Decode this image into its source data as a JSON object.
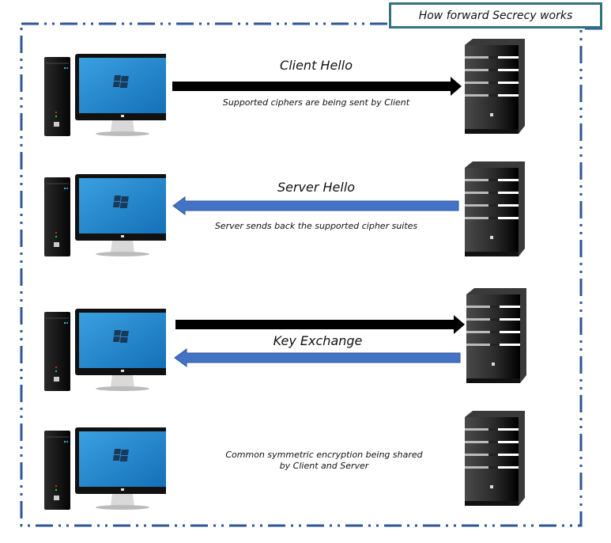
{
  "title": "How forward Secrecy works",
  "colors": {
    "frame_border": "#2e5596",
    "title_border": "#31737f",
    "client_arrow": "#000000",
    "server_arrow": "#4472c4",
    "screen": "#1e88d4"
  },
  "rows": [
    {
      "id": "client-hello",
      "client_icon": "desktop-computer-icon",
      "server_icon": "server-rack-icon",
      "arrows": [
        "client-to-server"
      ],
      "label": "Client Hello",
      "description": "Supported ciphers are being sent by Client"
    },
    {
      "id": "server-hello",
      "client_icon": "desktop-computer-icon",
      "server_icon": "server-rack-icon",
      "arrows": [
        "server-to-client"
      ],
      "label": "Server Hello",
      "description": "Server sends back the supported cipher suites"
    },
    {
      "id": "key-exchange",
      "client_icon": "desktop-computer-icon",
      "server_icon": "server-rack-icon",
      "arrows": [
        "client-to-server",
        "server-to-client"
      ],
      "label": "Key Exchange",
      "description": ""
    },
    {
      "id": "shared-encryption",
      "client_icon": "desktop-computer-icon",
      "server_icon": "server-rack-icon",
      "arrows": [],
      "label": "",
      "description_line1": "Common symmetric encryption being shared",
      "description_line2": "by Client and Server"
    }
  ]
}
